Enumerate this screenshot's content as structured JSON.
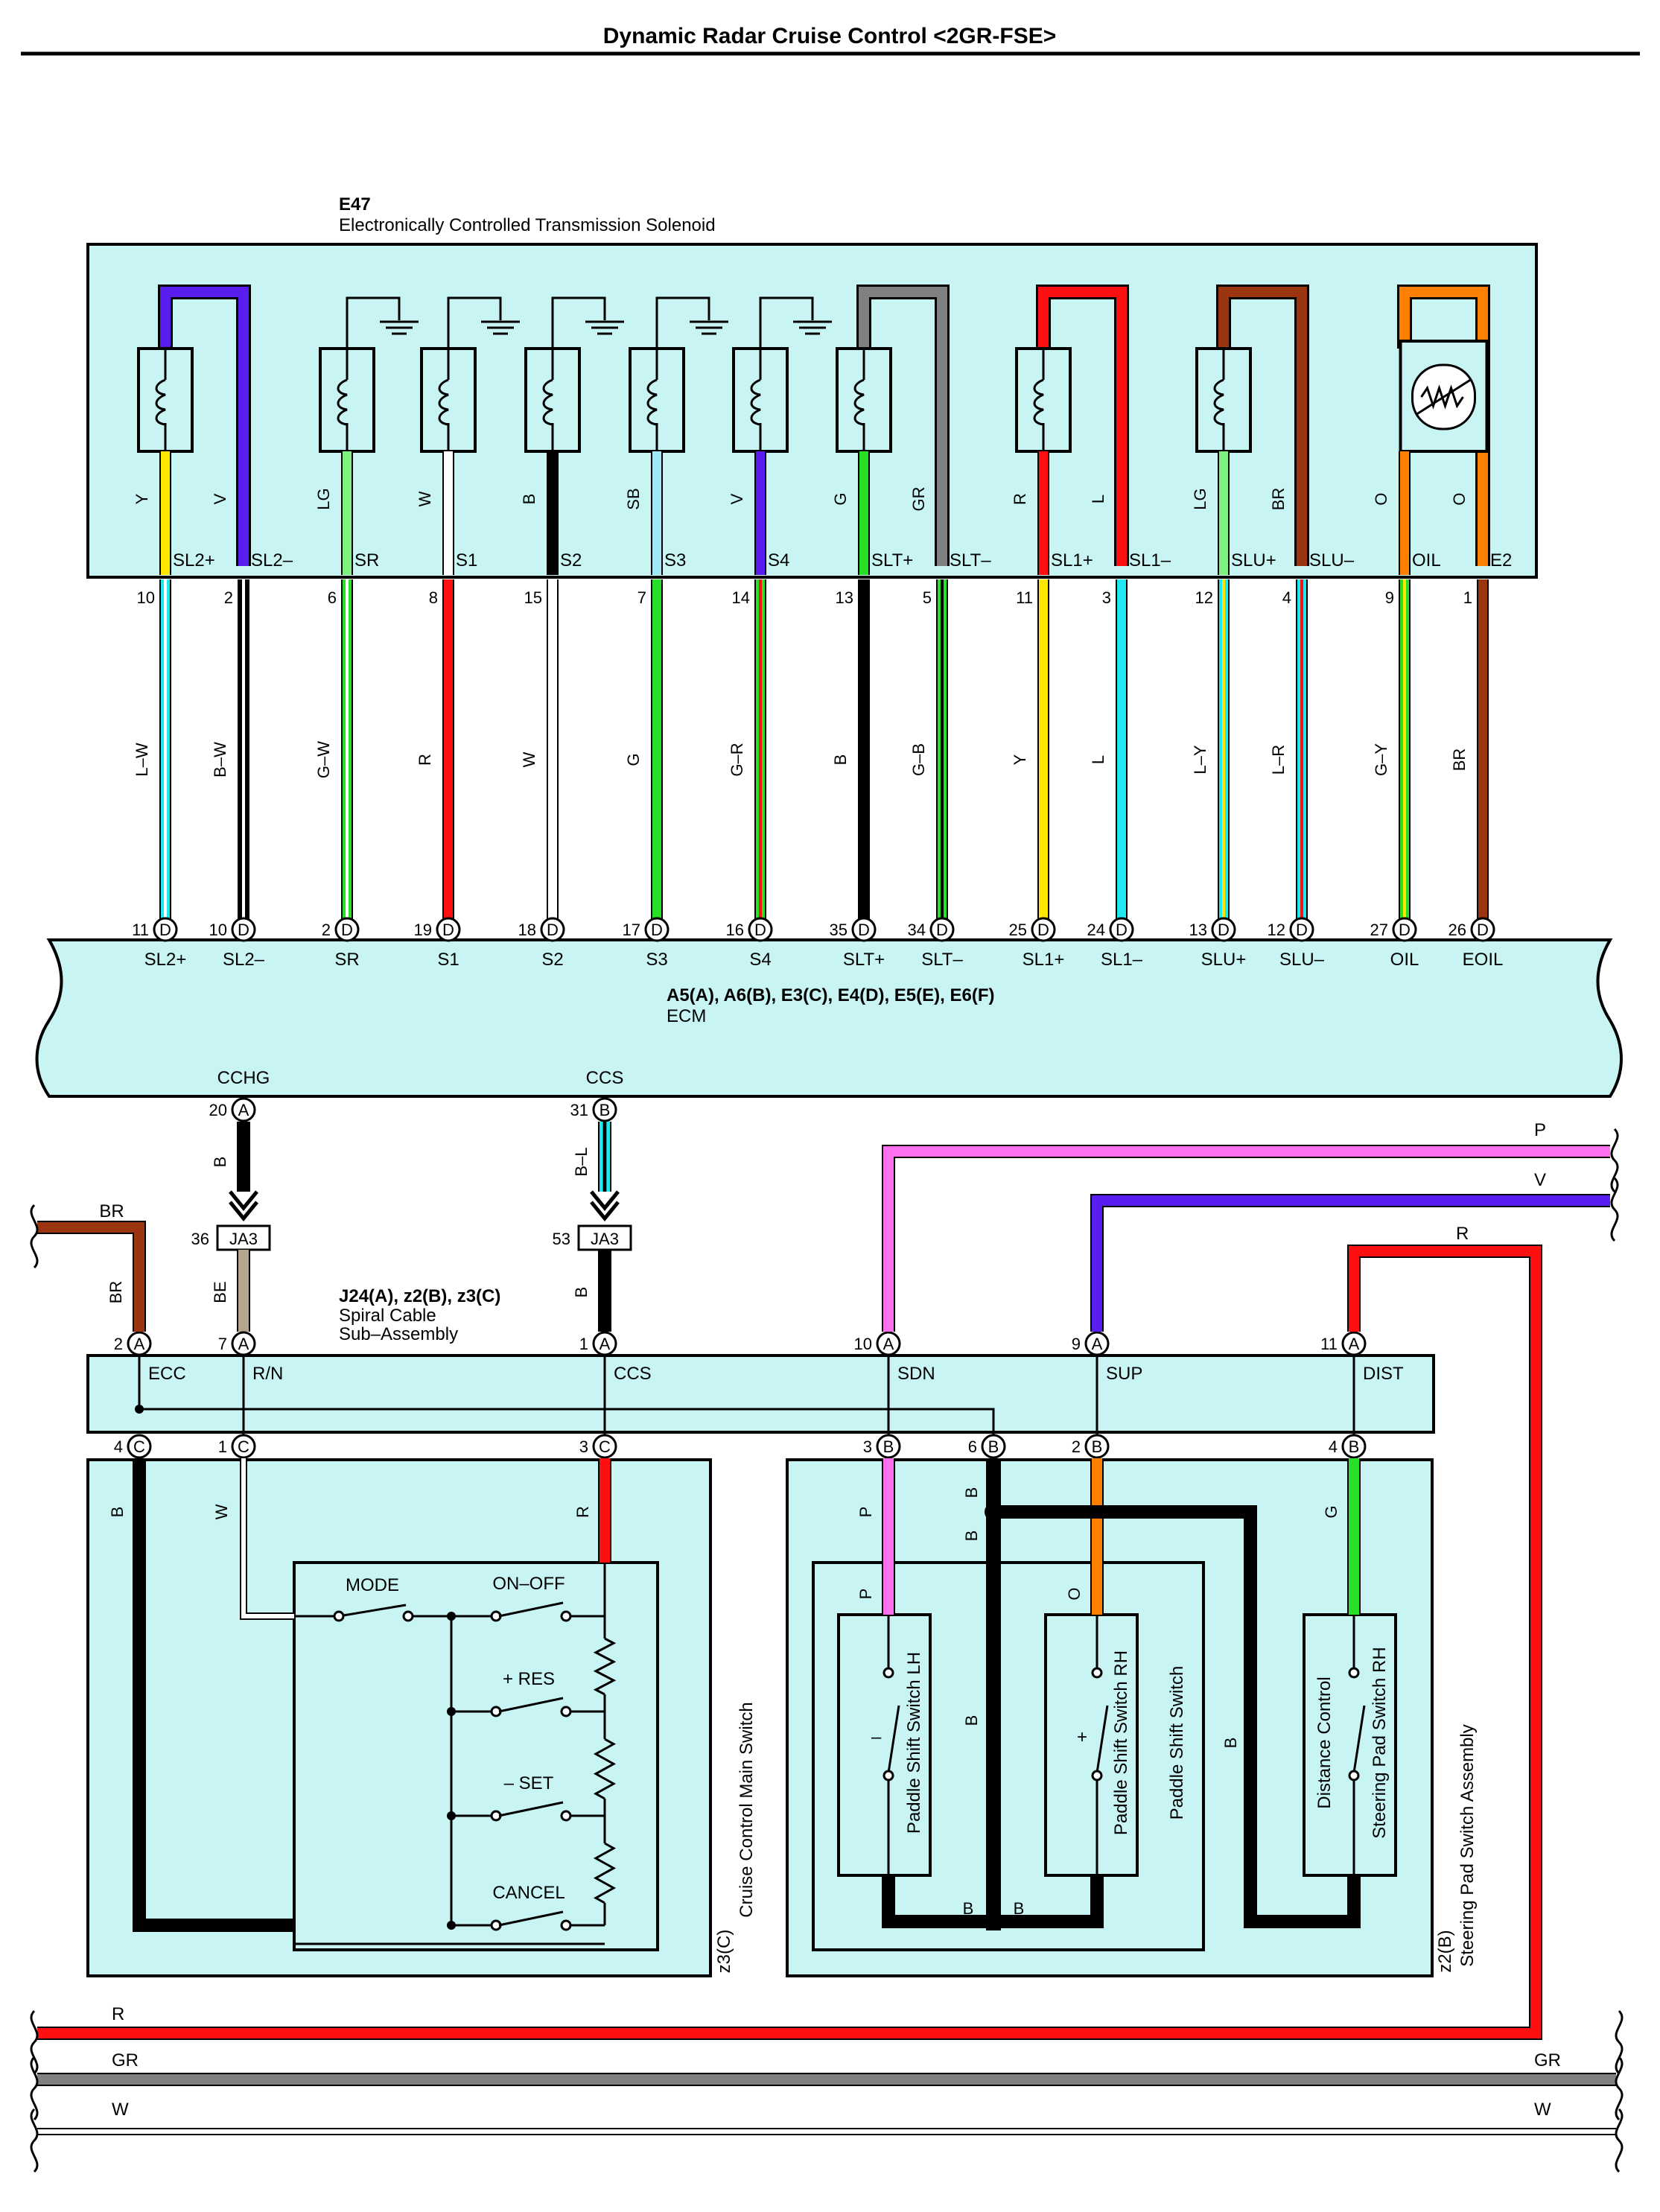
{
  "title": "Dynamic Radar Cruise Control <2GR-FSE>",
  "solenoid": {
    "code": "E47",
    "name": "Electronically Controlled Transmission Solenoid",
    "terminals": [
      {
        "term": "SL2+",
        "inner": "Y",
        "pin": "10",
        "wire": "L–W"
      },
      {
        "term": "SL2–",
        "inner": "V",
        "pin": "2",
        "wire": "B–W"
      },
      {
        "term": "SR",
        "inner": "LG",
        "pin": "6",
        "wire": "G–W"
      },
      {
        "term": "S1",
        "inner": "W",
        "pin": "8",
        "wire": "R"
      },
      {
        "term": "S2",
        "inner": "B",
        "pin": "15",
        "wire": "W"
      },
      {
        "term": "S3",
        "inner": "SB",
        "pin": "7",
        "wire": "G"
      },
      {
        "term": "S4",
        "inner": "V",
        "pin": "14",
        "wire": "G–R"
      },
      {
        "term": "SLT+",
        "inner": "G",
        "pin": "13",
        "wire": "B"
      },
      {
        "term": "SLT–",
        "inner": "GR",
        "pin": "5",
        "wire": "G–B"
      },
      {
        "term": "SL1+",
        "inner": "R",
        "pin": "11",
        "wire": "Y"
      },
      {
        "term": "SL1–",
        "inner": "L",
        "pin": "3",
        "wire": "L"
      },
      {
        "term": "SLU+",
        "inner": "LG",
        "pin": "12",
        "wire": "L–Y"
      },
      {
        "term": "SLU–",
        "inner": "BR",
        "pin": "4",
        "wire": "L–R"
      },
      {
        "term": "OIL",
        "inner": "O",
        "pin": "9",
        "wire": "G–Y"
      },
      {
        "term": "E2",
        "inner": "O",
        "pin": "1",
        "wire": "BR"
      }
    ]
  },
  "ecm": {
    "connectors": "A5(A), A6(B), E3(C), E4(D), E5(E), E6(F)",
    "name": "ECM",
    "pins": [
      {
        "pin": "11",
        "conn": "D",
        "label": "SL2+"
      },
      {
        "pin": "10",
        "conn": "D",
        "label": "SL2–"
      },
      {
        "pin": "2",
        "conn": "D",
        "label": "SR"
      },
      {
        "pin": "19",
        "conn": "D",
        "label": "S1"
      },
      {
        "pin": "18",
        "conn": "D",
        "label": "S2"
      },
      {
        "pin": "17",
        "conn": "D",
        "label": "S3"
      },
      {
        "pin": "16",
        "conn": "D",
        "label": "S4"
      },
      {
        "pin": "35",
        "conn": "D",
        "label": "SLT+"
      },
      {
        "pin": "34",
        "conn": "D",
        "label": "SLT–"
      },
      {
        "pin": "25",
        "conn": "D",
        "label": "SL1+"
      },
      {
        "pin": "24",
        "conn": "D",
        "label": "SL1–"
      },
      {
        "pin": "13",
        "conn": "D",
        "label": "SLU+"
      },
      {
        "pin": "12",
        "conn": "D",
        "label": "SLU–"
      },
      {
        "pin": "27",
        "conn": "D",
        "label": "OIL"
      },
      {
        "pin": "26",
        "conn": "D",
        "label": "EOIL"
      }
    ],
    "lower": [
      {
        "label": "CCHG",
        "pin": "20",
        "conn": "A",
        "wire": "B"
      },
      {
        "label": "CCS",
        "pin": "31",
        "conn": "B",
        "wire": "B–L"
      }
    ]
  },
  "junction": {
    "name": "JA3",
    "left": {
      "pin": "36",
      "wire": "BE"
    },
    "right": {
      "pin": "53",
      "wire": "B"
    }
  },
  "spiral": {
    "connectors": "J24(A), z2(B), z3(C)",
    "name_line1": "Spiral Cable",
    "name_line2": "Sub–Assembly",
    "top_pins": [
      {
        "pin": "2",
        "conn": "A",
        "label": "ECC",
        "wire": "BR"
      },
      {
        "pin": "7",
        "conn": "A",
        "label": "R/N"
      },
      {
        "pin": "1",
        "conn": "A",
        "label": "CCS"
      },
      {
        "pin": "10",
        "conn": "A",
        "label": "SDN",
        "wire": "P"
      },
      {
        "pin": "9",
        "conn": "A",
        "label": "SUP",
        "wire": "V"
      },
      {
        "pin": "11",
        "conn": "A",
        "label": "DIST",
        "wire": "R"
      }
    ],
    "bottom_pins": [
      {
        "pin": "4",
        "conn": "C",
        "wire": "B"
      },
      {
        "pin": "1",
        "conn": "C",
        "wire": "W"
      },
      {
        "pin": "3",
        "conn": "C",
        "wire": "R"
      },
      {
        "pin": "3",
        "conn": "B",
        "wire": "P"
      },
      {
        "pin": "6",
        "conn": "B",
        "wire": "B"
      },
      {
        "pin": "2",
        "conn": "B",
        "wire": "O"
      },
      {
        "pin": "4",
        "conn": "B",
        "wire": "G"
      }
    ]
  },
  "main_switch": {
    "code": "z3(C)",
    "name": "Cruise Control Main Switch",
    "switches": [
      "MODE",
      "ON–OFF",
      "+ RES",
      "– SET",
      "CANCEL"
    ]
  },
  "steering_pad": {
    "code": "z2(B)",
    "name": "Steering Pad Switch Assembly",
    "paddle_group": "Paddle Shift Switch",
    "lh": "Paddle Shift Switch LH",
    "lh_sign": "–",
    "rh": "Paddle Shift Switch RH",
    "rh_sign": "+",
    "dist_1": "Distance Control",
    "dist_2": "Steering Pad Switch RH",
    "b": "B",
    "p": "P",
    "o": "O",
    "g": "G"
  },
  "wires": {
    "p": "P",
    "v": "V",
    "r": "R",
    "br": "BR",
    "gr": "GR",
    "w": "W"
  },
  "colors": {
    "body": "#c8f4f4",
    "Y": "#ffe600",
    "V": "#5a1df0",
    "LG": "#7ef07e",
    "W": "#ffffff",
    "B": "#000000",
    "SB": "#9ee8f8",
    "G": "#28e028",
    "GR": "#808080",
    "R": "#ff1010",
    "L": "#20e8f0",
    "BR": "#9a3510",
    "O": "#ff8000",
    "P": "#ff70f0",
    "BE": "#b4a68c"
  }
}
